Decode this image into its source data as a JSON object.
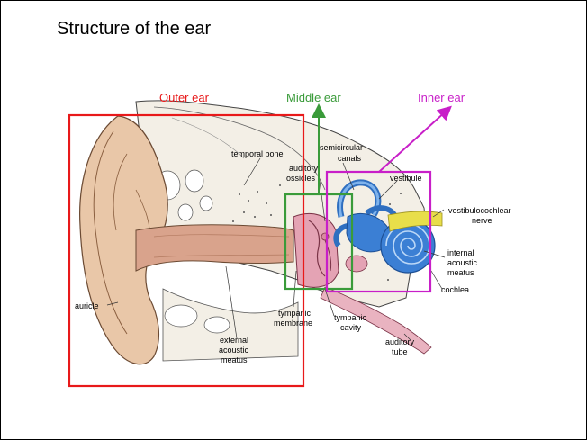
{
  "slide": {
    "title": "Structure of the ear"
  },
  "regions": [
    {
      "key": "outer",
      "label": "Outer ear",
      "color": "#e8191a"
    },
    {
      "key": "middle",
      "label": "Middle ear",
      "color": "#3a9b3a"
    },
    {
      "key": "inner",
      "label": "Inner ear",
      "color": "#c81fc8"
    }
  ],
  "anatomy_labels": {
    "temporal_bone": "temporal bone",
    "semicircular_1": "semicircular",
    "semicircular_2": "canals",
    "auditory_1": "auditory",
    "auditory_2": "ossicles",
    "vestibule": "vestibule",
    "vestibulocochlear_1": "vestibulocochlear",
    "vestibulocochlear_2": "nerve",
    "internal_1": "internal",
    "internal_2": "acoustic",
    "internal_3": "meatus",
    "cochlea": "cochlea",
    "auricle": "auricle",
    "tympanic_membrane_1": "tympanic",
    "tympanic_membrane_2": "membrane",
    "tympanic_cavity_1": "tympanic",
    "tympanic_cavity_2": "cavity",
    "external_1": "external",
    "external_2": "acoustic",
    "external_3": "meatus",
    "auditory_tube_1": "auditory",
    "auditory_tube_2": "tube"
  }
}
